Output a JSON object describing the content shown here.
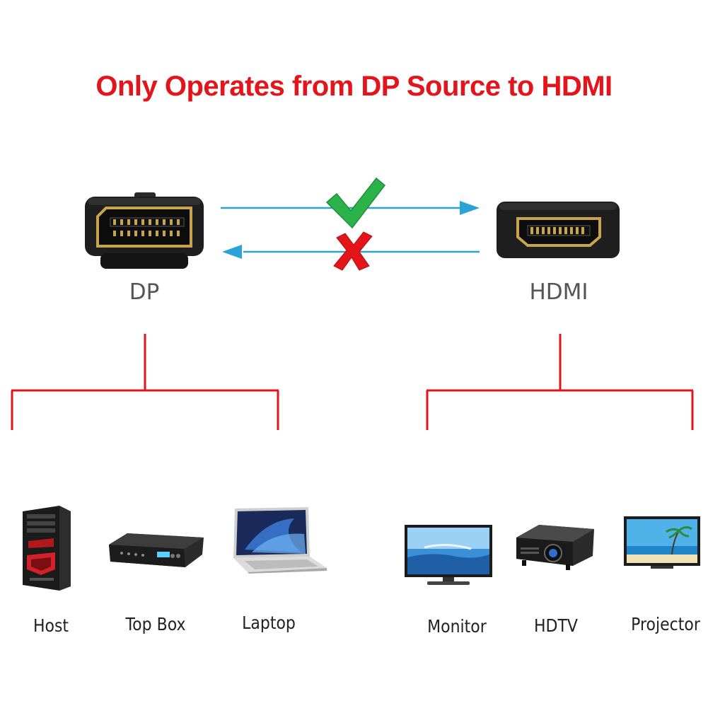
{
  "title": "Only Operates from DP Source to HDMI",
  "source": {
    "connector_label": "DP",
    "devices": [
      {
        "icon": "computer-tower-icon",
        "label": "Host"
      },
      {
        "icon": "set-top-box-icon",
        "label": "Top Box"
      },
      {
        "icon": "laptop-icon",
        "label": "Laptop"
      }
    ]
  },
  "target": {
    "connector_label": "HDMI",
    "devices": [
      {
        "icon": "monitor-icon",
        "label": "Monitor"
      },
      {
        "icon": "projector-icon",
        "label": "HDTV"
      },
      {
        "icon": "tv-icon",
        "label": "Projector"
      }
    ]
  },
  "arrows": {
    "forward": {
      "direction": "DP to HDMI",
      "status_icon": "check-icon",
      "color": "#2bb34a"
    },
    "reverse": {
      "direction": "HDMI to DP",
      "status_icon": "cross-icon",
      "color": "#e3151b"
    }
  },
  "colors": {
    "accent_red": "#e3151b",
    "arrow_blue": "#2aa3d6",
    "check_green": "#2bb34a",
    "gold_pins": "#c9a44a"
  }
}
